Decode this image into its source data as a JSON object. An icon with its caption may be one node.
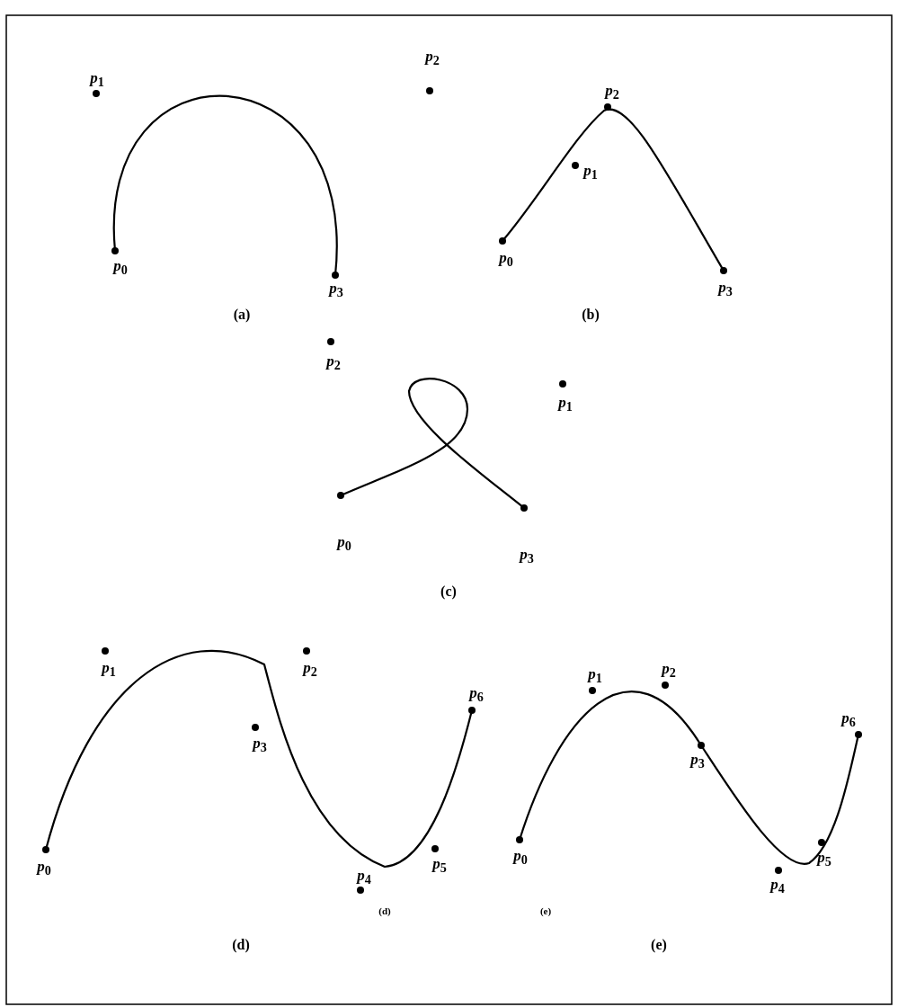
{
  "diagram": {
    "labels": [
      "*p*$_{1}$",
      "*p*$_{2}$",
      "*p*$_{2}$",
      "*p*$_{1}$",
      "*p*$_{0}$",
      "*p*$_{0}$",
      "*p*$_{3}$",
      "*p*$_{3}$",
      "(a)",
      "(b)",
      "*p*$_{2}$",
      "*p*$_{1}$",
      "*p*$_{0}$",
      "*p*$_{3}$",
      "(c)",
      "*p*$_{1}$",
      "*p*$_{2}$",
      "*p*$_{1}$",
      "*p*$_{2}$",
      "*p*$_{6}$",
      "*p*$_{3}$",
      "*p*$_{3}$",
      "*p*$_{6}$",
      "*p*$_{0}$",
      "*p*$_{5}$",
      "*p*$_{0}$",
      "*p*$_{5}$",
      "*p*$_{4}$",
      "*p*$_{4}$",
      "(d)",
      "(e)",
      "(d)",
      "(e)"
    ]
  }
}
